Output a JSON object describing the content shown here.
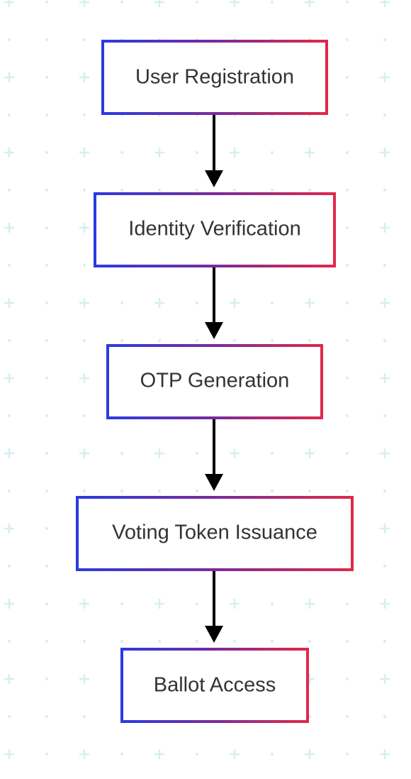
{
  "diagram": {
    "type": "flowchart",
    "direction": "top-to-bottom",
    "nodes": [
      {
        "id": "user-registration",
        "label": "User Registration"
      },
      {
        "id": "identity-verification",
        "label": "Identity Verification"
      },
      {
        "id": "otp-generation",
        "label": "OTP Generation"
      },
      {
        "id": "voting-token-issuance",
        "label": "Voting Token Issuance"
      },
      {
        "id": "ballot-access",
        "label": "Ballot Access"
      }
    ],
    "edges": [
      {
        "from": "user-registration",
        "to": "identity-verification"
      },
      {
        "from": "identity-verification",
        "to": "otp-generation"
      },
      {
        "from": "otp-generation",
        "to": "voting-token-issuance"
      },
      {
        "from": "voting-token-issuance",
        "to": "ballot-access"
      }
    ],
    "colors": {
      "border_gradient_start": "#2a3be0",
      "border_gradient_mid": "#7a2a9a",
      "border_gradient_end": "#e0284a",
      "arrow": "#000000",
      "text": "#333333",
      "background_pattern": "#d6eef2"
    }
  }
}
